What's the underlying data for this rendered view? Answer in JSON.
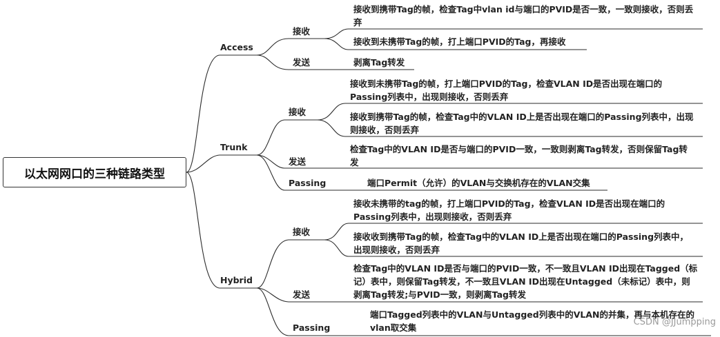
{
  "root": "以太网网口的三种链路类型",
  "branches": {
    "access": {
      "label": "Access",
      "receive": {
        "label": "接收",
        "items": [
          "接收到携带Tag的帧，检查Tag中vlan id与端口的PVID是否一致，一致则接收，否则丢弃",
          "接收到未携带Tag的帧，打上端口PVID的Tag，再接收"
        ]
      },
      "send": {
        "label": "发送",
        "items": [
          "剥离Tag转发"
        ]
      }
    },
    "trunk": {
      "label": "Trunk",
      "receive": {
        "label": "接收",
        "items": [
          "接收到未携带Tag的帧，打上端口PVID的Tag，检查VLAN ID是否出现在端口的Passing列表中，出现则接收，否则丢弃",
          "接收到携带Tag的帧，检查Tag中的VLAN ID上是否出现在端口的Passing列表中，出现则接收，否则丢弃"
        ]
      },
      "send": {
        "label": "发送",
        "items": [
          "检查Tag中的VLAN ID是否与端口的PVID一致，一致则剥离Tag转发，否则保留Tag转发"
        ]
      },
      "passing": {
        "label": "Passing",
        "items": [
          "端口Permit（允许）的VLAN与交换机存在的VLAN交集"
        ]
      }
    },
    "hybrid": {
      "label": "Hybrid",
      "receive": {
        "label": "接收",
        "items": [
          "接收未携带的tag的帧，打上端口PVID的Tag，检查VLAN ID是否出现在端口的Passing列表中，出现则接收，否则丢弃",
          "接收收到携带Tag的帧，检查Tag中的VLAN ID上是否出现在端口的Passing列表中，出现则接收，否则丢弃"
        ]
      },
      "send": {
        "label": "发送",
        "items": [
          "检查Tag中的VLAN ID是否与端口的PVID一致，不一致且VLAN ID出现在Tagged（标记）表中，则保留Tag转发，不一致且VLAN ID出现在Untagged（未标记）表中，则剥离Tag转发;与PVID一致，则剥离Tag转发"
        ]
      },
      "passing": {
        "label": "Passing",
        "items": [
          "端口Tagged列表中的VLAN与Untagged列表中的VLAN的并集，再与本机存在的vlan取交集"
        ]
      }
    }
  },
  "watermark": "CSDN @JJumpping"
}
